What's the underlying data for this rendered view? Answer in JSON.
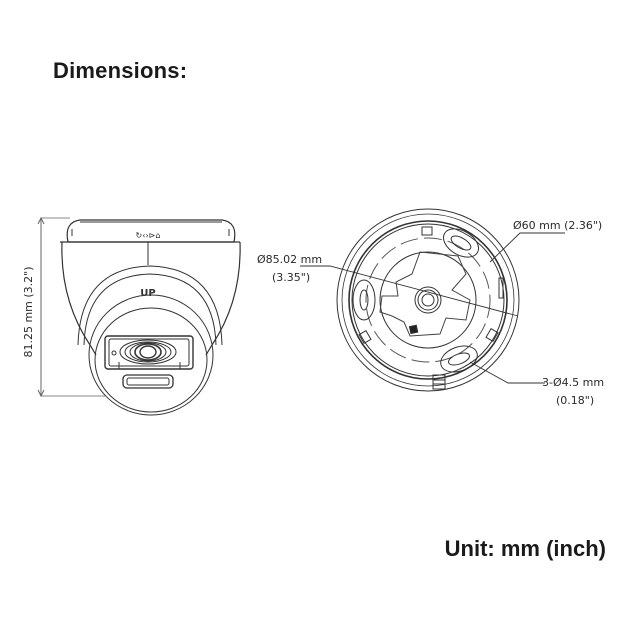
{
  "header": {
    "title": "Dimensions:"
  },
  "footer": {
    "unit": "Unit: mm (inch)"
  },
  "side_view": {
    "height_label": "81.25  mm (3.2\")",
    "top_marking": "↻‹›⊳⌂",
    "up_marking": "UP"
  },
  "bottom_view": {
    "outer_diameter": {
      "line1": "Ø85.02 mm",
      "line2": "(3.35\")"
    },
    "mount_diameter": {
      "line1": "Ø60 mm (2.36\")"
    },
    "holes": {
      "line1": "3-Ø4.5 mm",
      "line2": "(0.18\")"
    }
  },
  "colors": {
    "line": "#333333",
    "dim_line": "#666666",
    "text": "#1a1a1a",
    "background": "#ffffff"
  }
}
